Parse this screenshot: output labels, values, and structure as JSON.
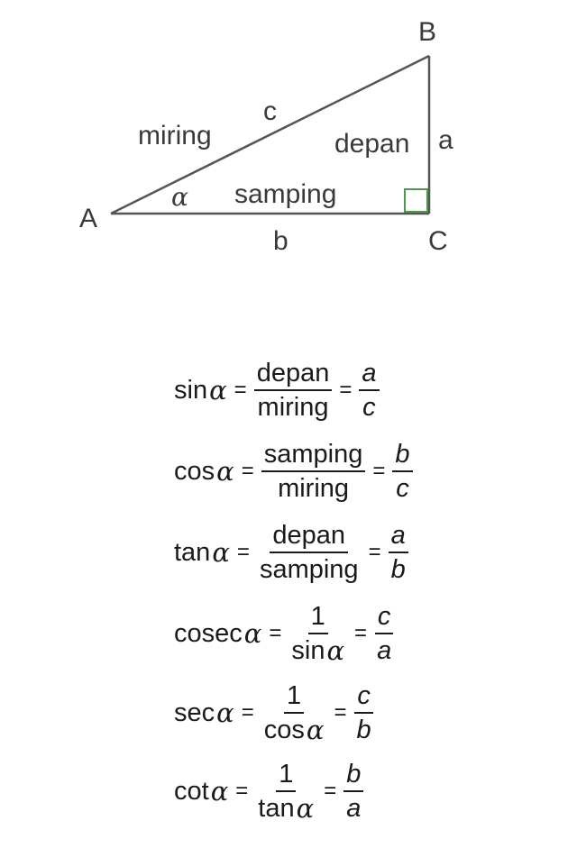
{
  "diagram": {
    "vertices": {
      "A": "A",
      "B": "B",
      "C": "C"
    },
    "sides": {
      "hyp_letter": "c",
      "opp_letter": "a",
      "adj_letter": "b"
    },
    "side_names": {
      "hypotenuse": "miring",
      "opposite": "depan",
      "adjacent": "samping"
    },
    "angle_symbol": "α",
    "line_color": "#555555",
    "right_angle_color": "#4a9a4a"
  },
  "formulas": [
    {
      "fn": "sin",
      "num1": "depan",
      "den1": "miring",
      "num2": "a",
      "den2": "c"
    },
    {
      "fn": "cos",
      "num1": "samping",
      "den1": "miring",
      "num2": "b",
      "den2": "c"
    },
    {
      "fn": "tan",
      "num1": "depan",
      "den1": "samping",
      "num2": "a",
      "den2": "b"
    },
    {
      "fn": "cosec",
      "num1": "1",
      "den1_fn": "sin",
      "num2": "c",
      "den2": "a"
    },
    {
      "fn": "sec",
      "num1": "1",
      "den1_fn": "cos",
      "num2": "c",
      "den2": "b"
    },
    {
      "fn": "cot",
      "num1": "1",
      "den1_fn": "tan",
      "num2": "b",
      "den2": "a"
    }
  ],
  "symbols": {
    "alpha": "α",
    "equals": "="
  }
}
